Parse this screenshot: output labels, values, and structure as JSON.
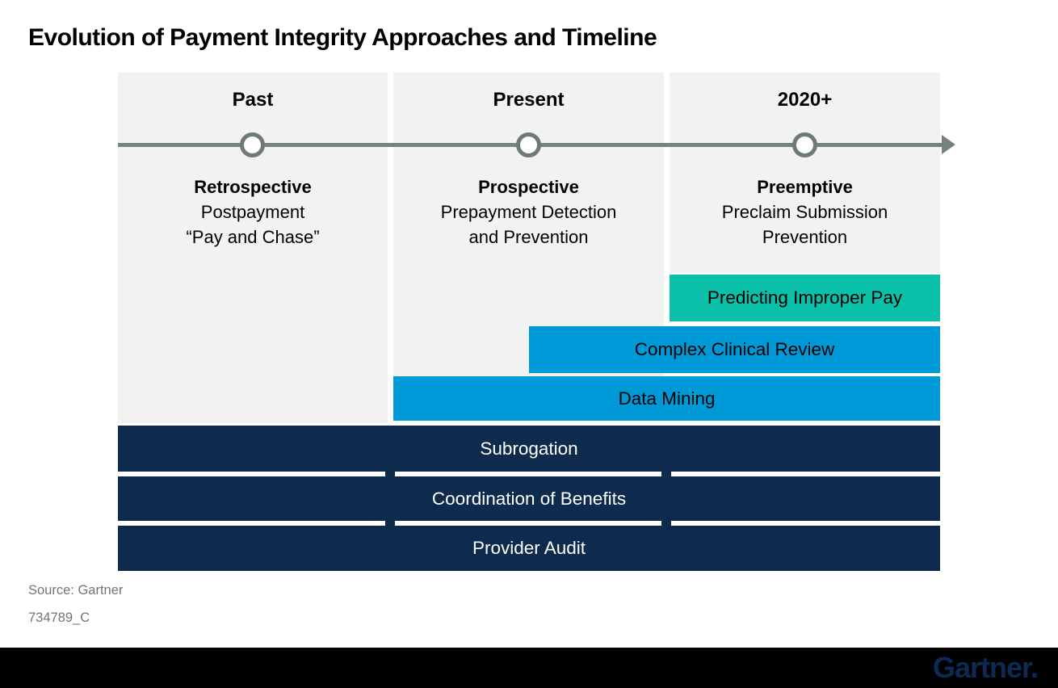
{
  "title": "Evolution of Payment Integrity Approaches and Timeline",
  "columns": [
    {
      "header": "Past",
      "approach": "Retrospective",
      "line1": "Postpayment",
      "line2": "“Pay and Chase”"
    },
    {
      "header": "Present",
      "approach": "Prospective",
      "line1": "Prepayment Detection",
      "line2": "and Prevention"
    },
    {
      "header": "2020+",
      "approach": "Preemptive",
      "line1": "Preclaim Submission",
      "line2": "Prevention"
    }
  ],
  "bars": [
    {
      "label": "Predicting Improper Pay",
      "color": "#0bc0a8",
      "extent": "2020+ only"
    },
    {
      "label": "Complex Clinical Review",
      "color": "#0099d8",
      "extent": "mid-Present through 2020+"
    },
    {
      "label": "Data Mining",
      "color": "#0099d8",
      "extent": "Present through 2020+"
    },
    {
      "label": "Subrogation",
      "color": "#0e2b4d",
      "extent": "Past through 2020+"
    },
    {
      "label": "Coordination of Benefits",
      "color": "#0e2b4d",
      "extent": "Past through 2020+"
    },
    {
      "label": "Provider Audit",
      "color": "#0e2b4d",
      "extent": "Past through 2020+"
    }
  ],
  "source": "Source: Gartner",
  "document_id": "734789_C",
  "footer": {
    "brand": "Gartner."
  },
  "palette": {
    "column_background": "#f2f2f3",
    "timeline_gray": "#76827f",
    "teal": "#0bc0a8",
    "blue": "#0099d8",
    "navy": "#0e2b4d",
    "bar_text_light": "#000000",
    "bar_text_dark_bg": "#ffffff",
    "source_text": "#6f7674",
    "footer_background": "#000000",
    "logo_navy": "#0d2a52"
  }
}
